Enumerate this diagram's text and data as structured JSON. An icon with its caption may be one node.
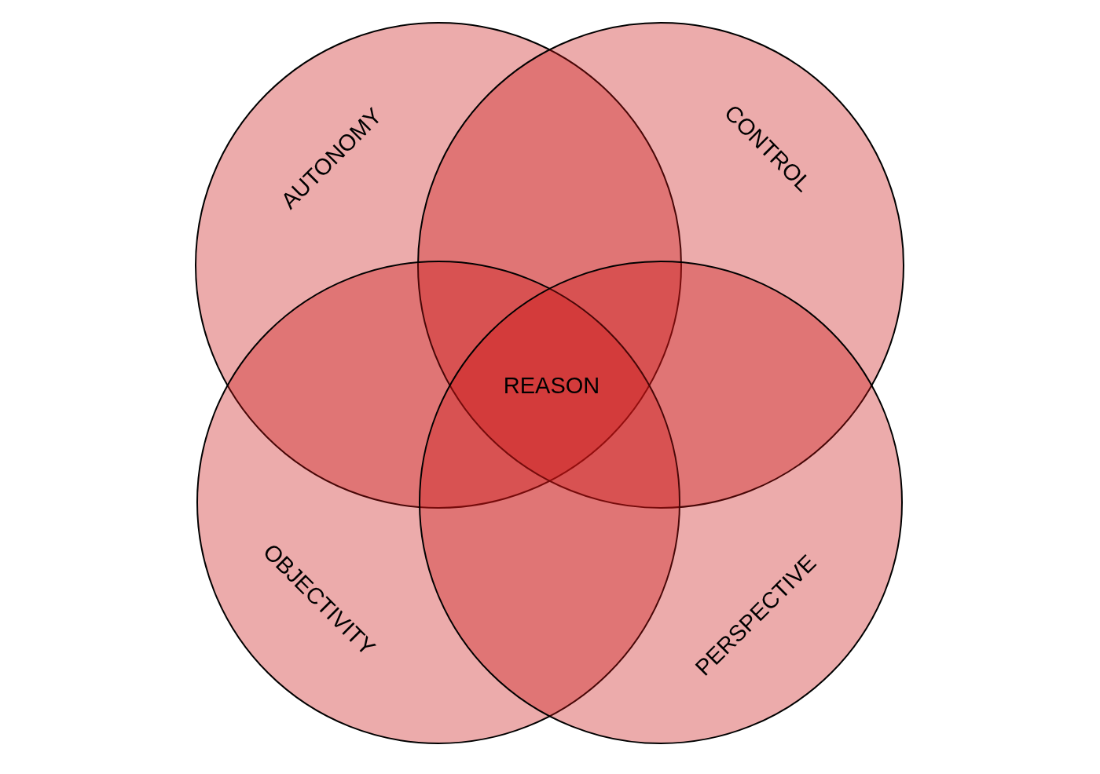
{
  "diagram": {
    "nodes": [
      {
        "text": [
          "AUTONOMY"
        ]
      },
      {
        "text": [
          "CONTROL"
        ]
      },
      {
        "text": [
          "OBJECTIVITY"
        ]
      },
      {
        "text": [
          "PERSPECTIVE"
        ]
      }
    ],
    "labels": [
      "REASON"
    ]
  }
}
